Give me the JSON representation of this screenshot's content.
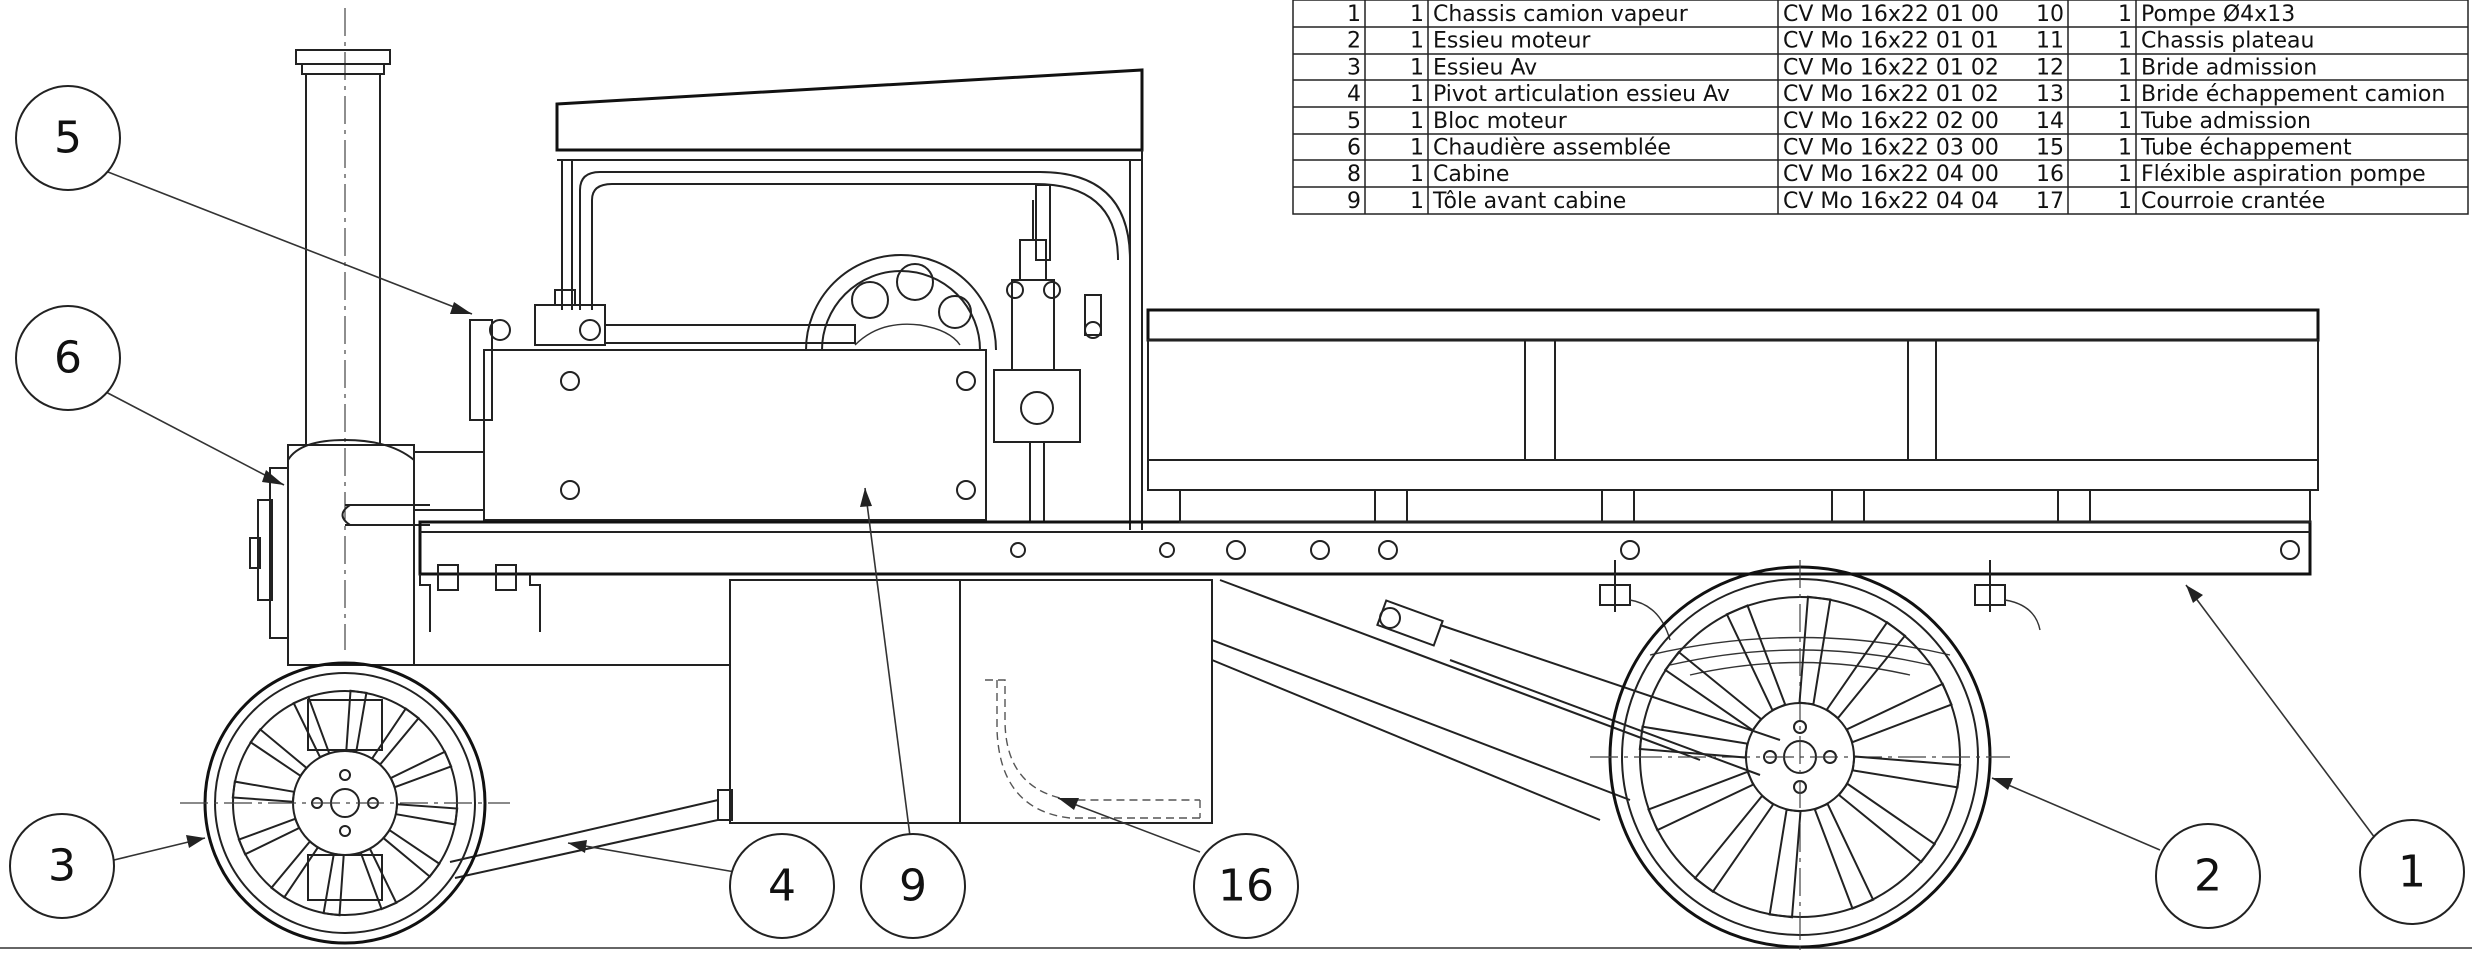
{
  "bom": {
    "left": [
      {
        "item": "1",
        "qty": "1",
        "name": "Chassis camion vapeur",
        "ref": "CV Mo 16x22 01 00"
      },
      {
        "item": "2",
        "qty": "1",
        "name": "Essieu moteur",
        "ref": "CV Mo 16x22 01 01"
      },
      {
        "item": "3",
        "qty": "1",
        "name": "Essieu Av",
        "ref": "CV Mo 16x22 01 02"
      },
      {
        "item": "4",
        "qty": "1",
        "name": "Pivot articulation essieu Av",
        "ref": "CV Mo 16x22 01 02"
      },
      {
        "item": "5",
        "qty": "1",
        "name": "Bloc moteur",
        "ref": "CV Mo 16x22 02 00"
      },
      {
        "item": "6",
        "qty": "1",
        "name": "Chaudière assemblée",
        "ref": "CV Mo 16x22 03 00"
      },
      {
        "item": "8",
        "qty": "1",
        "name": "Cabine",
        "ref": "CV Mo 16x22 04 00"
      },
      {
        "item": "9",
        "qty": "1",
        "name": "Tôle avant cabine",
        "ref": "CV Mo 16x22 04 04"
      }
    ],
    "right": [
      {
        "item": "10",
        "qty": "1",
        "name": "Pompe Ø4x13"
      },
      {
        "item": "11",
        "qty": "1",
        "name": "Chassis plateau"
      },
      {
        "item": "12",
        "qty": "1",
        "name": "Bride admission"
      },
      {
        "item": "13",
        "qty": "1",
        "name": "Bride échappement camion"
      },
      {
        "item": "14",
        "qty": "1",
        "name": "Tube admission"
      },
      {
        "item": "15",
        "qty": "1",
        "name": "Tube échappement"
      },
      {
        "item": "16",
        "qty": "1",
        "name": "Fléxible aspiration pompe"
      },
      {
        "item": "17",
        "qty": "1",
        "name": "Courroie crantée"
      }
    ]
  },
  "balloons": [
    {
      "label": "5"
    },
    {
      "label": "6"
    },
    {
      "label": "3"
    },
    {
      "label": "4"
    },
    {
      "label": "9"
    },
    {
      "label": "16"
    },
    {
      "label": "2"
    },
    {
      "label": "1"
    }
  ]
}
